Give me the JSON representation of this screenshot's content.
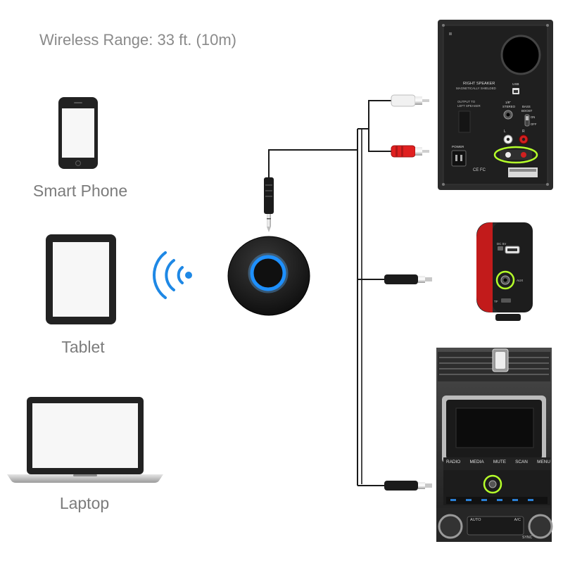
{
  "headline": "Wireless Range: 33 ft. (10m)",
  "devices": {
    "phone": "Smart Phone",
    "tablet": "Tablet",
    "laptop": "Laptop"
  },
  "speaker_panel": {
    "header": "RIGHT SPEAKER",
    "subheader": "MAGNETICALLY SHIELDED",
    "output_label_1": "OUTPUT TO",
    "output_label_2": "LEFT SPEAKER",
    "power_label": "POWER",
    "usb_label": "USB",
    "stereo_label_1": "1/8\"",
    "stereo_label_2": "STEREO",
    "bass_label_1": "BASS",
    "bass_label_2": "BOOST",
    "on_label": "ON",
    "off_label": "OFF",
    "left_label": "L",
    "right_label": "R",
    "ce_fc": "CE FC"
  },
  "portable_speaker": {
    "dc_label": "DC 5V",
    "tf_label": "TF",
    "aux_label": "AUX"
  },
  "car_stereo": {
    "buttons": [
      "RADIO",
      "MEDIA",
      "MUTE",
      "SCAN",
      "MENU"
    ],
    "lower_buttons": [
      "AUTO",
      "A/C"
    ],
    "sync_label": "SYNC"
  },
  "colors": {
    "ring_glow": "#1e90ff",
    "wifi_waves": "#1e88e5",
    "highlight": "#b5ff2a",
    "cable": "#1a1a1a",
    "rca_red": "#e02020",
    "label_gray": "#7c7c7c"
  },
  "icons": {
    "wireless": "wireless-signal-icon",
    "phone": "smartphone-icon",
    "tablet": "tablet-icon",
    "laptop": "laptop-icon"
  }
}
